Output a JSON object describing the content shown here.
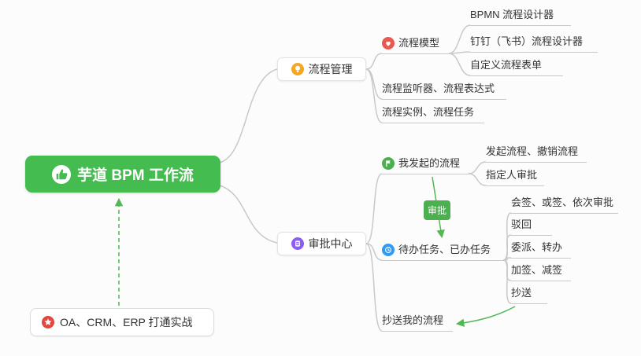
{
  "root": {
    "label": "芋道 BPM 工作流"
  },
  "practice": {
    "label": "OA、CRM、ERP 打通实战"
  },
  "process": {
    "label": "流程管理",
    "model": {
      "label": "流程模型"
    },
    "model_children": [
      "BPMN 流程设计器",
      "钉钉（飞书）流程设计器",
      "自定义流程表单"
    ],
    "listener": "流程监听器、流程表达式",
    "instance": "流程实例、流程任务"
  },
  "approval": {
    "label": "审批中心",
    "my": {
      "label": "我发起的流程",
      "children": [
        "发起流程、撤销流程",
        "指定人审批"
      ]
    },
    "todo": {
      "label": "待办任务、已办任务",
      "children": [
        "会签、或签、依次审批",
        "驳回",
        "委派、转办",
        "加签、减签",
        "抄送"
      ]
    },
    "cc": {
      "label": "抄送我的流程"
    }
  },
  "badge": {
    "label": "审批"
  },
  "colors": {
    "root_bg": "#45BC50",
    "arrow_green": "#52B852",
    "line_gray": "#C9C9C9",
    "star_red": "#E5453D",
    "bulb_orange": "#F5A623",
    "model_red": "#EA5950",
    "approval_purple": "#8B5CF6",
    "my_flag_green": "#4CAF50",
    "todo_blue": "#2F9BF4"
  }
}
